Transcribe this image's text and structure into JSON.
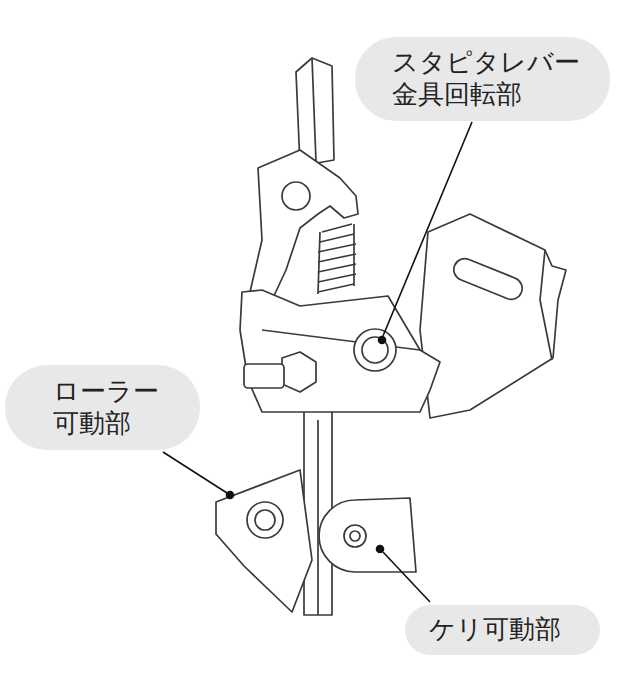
{
  "diagram": {
    "nodes": [
      {
        "text": [
          "スタピタレバー 金具回転部"
        ]
      },
      {
        "text": [
          "ローラー 可動部"
        ]
      },
      {
        "text": [
          "ケリ可動部"
        ]
      }
    ]
  }
}
